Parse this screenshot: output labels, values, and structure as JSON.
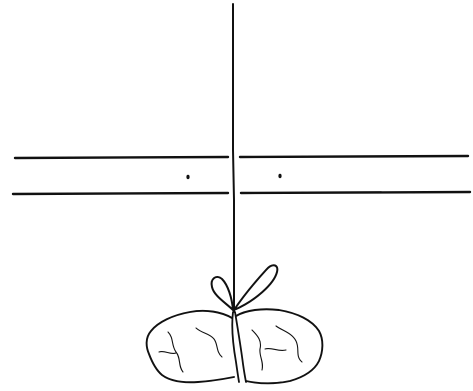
{
  "illustration": {
    "ink_color": "#111111",
    "background_color": "#ffffff",
    "elements": [
      "vertical-string-line",
      "upper-horizontal-line",
      "lower-horizontal-line",
      "small-dot-marks",
      "bow-knot",
      "cloth-bundle"
    ]
  }
}
